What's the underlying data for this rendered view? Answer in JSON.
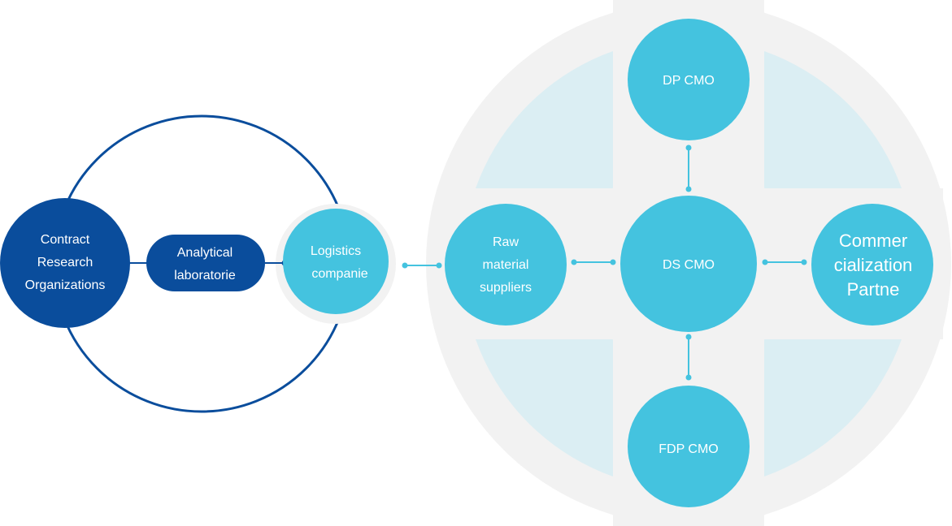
{
  "colors": {
    "dark_blue": "#0a4d9c",
    "light_blue": "#44c3df",
    "outer_gray": "#f2f2f2",
    "inner_pale_blue": "#dbeef3",
    "connector": "#44c3df",
    "dark_connector": "#0a4d9c"
  },
  "left_group": {
    "nodes": {
      "cro": {
        "lines": [
          "Contract",
          "Research",
          "Organizations"
        ]
      },
      "lab": {
        "lines": [
          "Analytical",
          "laboratorie"
        ]
      },
      "logistics": {
        "lines": [
          "Logistics",
          "companie"
        ]
      }
    }
  },
  "right_group": {
    "nodes": {
      "raw": {
        "lines": [
          "Raw",
          "material",
          "suppliers"
        ]
      },
      "ds": {
        "lines": [
          "DS CMO"
        ]
      },
      "dp": {
        "lines": [
          "DP CMO"
        ]
      },
      "fdp": {
        "lines": [
          "FDP CMO"
        ]
      },
      "commercialization": {
        "lines": [
          "Commer",
          "cialization",
          "Partne"
        ]
      }
    }
  }
}
